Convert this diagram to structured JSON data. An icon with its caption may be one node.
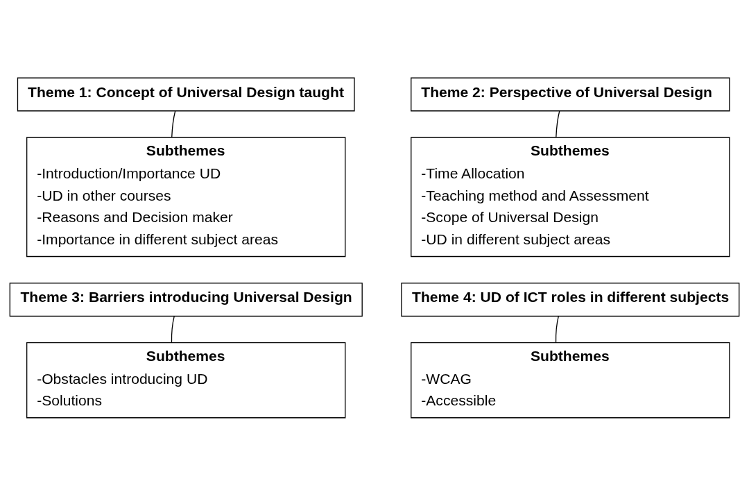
{
  "diagram": {
    "nodes": [
      {
        "text": [
          "Theme 1: Concept of Universal Design taught"
        ]
      },
      {
        "text": [
          "Subthemes",
          "-Introduction/Importance UD",
          "-UD in other courses",
          "-Reasons and Decision maker",
          "-Importance in different subject areas"
        ]
      },
      {
        "text": [
          "Theme 2: Perspective of Universal Design"
        ]
      },
      {
        "text": [
          "Subthemes",
          "-Time Allocation",
          "-Teaching method and Assessment",
          "-Scope of Universal Design",
          "-UD in different subject areas"
        ]
      },
      {
        "text": [
          "Theme 3: Barriers introducing Universal Design"
        ]
      },
      {
        "text": [
          "Subthemes",
          "-Obstacles introducing UD",
          "-Solutions"
        ]
      },
      {
        "text": [
          "Theme 4: UD of ICT roles in different subjects"
        ]
      },
      {
        "text": [
          "Subthemes",
          "-WCAG",
          "-Accessible"
        ]
      }
    ],
    "edges": [
      {
        "from": 0,
        "to": 1,
        "arrow": "none"
      },
      {
        "from": 2,
        "to": 3,
        "arrow": "none"
      },
      {
        "from": 4,
        "to": 5,
        "arrow": "none"
      },
      {
        "from": 6,
        "to": 7,
        "arrow": "none"
      }
    ]
  }
}
